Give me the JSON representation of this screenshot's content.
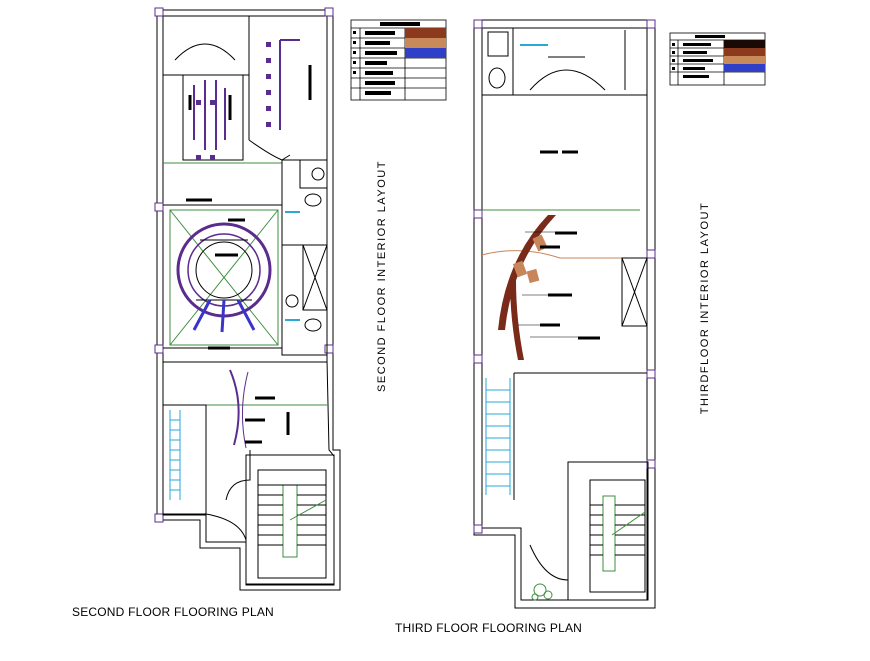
{
  "plans": [
    {
      "id": "second",
      "caption": "SECOND FLOOR FLOORING PLAN",
      "side_title": "SECOND FLOOR INTERIOR LAYOUT"
    },
    {
      "id": "third",
      "caption": "THIRD FLOOR FLOORING PLAN",
      "side_title": "THIRDFLOOR INTERIOR LAYOUT"
    }
  ],
  "colors": {
    "wall": "#000000",
    "green": "#3f8f3f",
    "cyan": "#2aa8d6",
    "purple": "#5b2c8f",
    "blue": "#3b34c9",
    "brown": "#7a2a18",
    "tan": "#c9855a",
    "swatch_brown": "#8b3a1e",
    "swatch_tan": "#c98a5a",
    "swatch_blue": "#2f3fc8"
  },
  "legend_swatches": [
    "swatch_brown",
    "swatch_tan",
    "swatch_blue"
  ]
}
